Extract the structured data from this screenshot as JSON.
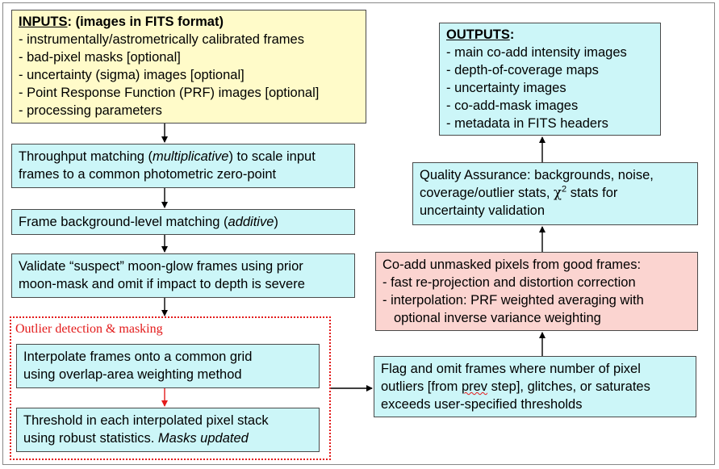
{
  "inputs": {
    "title": "INPUTS",
    "title_suffix": ": (images in FITS format)",
    "items": [
      "- instrumentally/astrometrically calibrated frames",
      "- bad-pixel masks [optional]",
      "- uncertainty (sigma) images [optional]",
      "- Point Response Function (PRF) images [optional]",
      "- processing parameters"
    ]
  },
  "throughput": {
    "line1_pre": "Throughput matching (",
    "line1_em": "multiplicative",
    "line1_post": ") to scale input",
    "line2": "frames to a common photometric zero-point"
  },
  "background": {
    "pre": "Frame background-level matching (",
    "em": "additive",
    "post": ")"
  },
  "moonglow": {
    "line1": "Validate “suspect” moon-glow frames using prior",
    "line2": "moon-mask and omit if impact to depth is severe"
  },
  "outlier": {
    "title": "Outlier detection & masking",
    "interpolate_line1": "Interpolate frames onto a common grid",
    "interpolate_line2": "using overlap-area weighting method",
    "threshold_line1": "Threshold in each interpolated pixel stack",
    "threshold_line2_pre": "using robust statistics. ",
    "threshold_line2_em": "Masks updated"
  },
  "flag": {
    "line1": "Flag and omit frames where number of pixel",
    "line2_pre": "outliers [from ",
    "line2_squiggle": "prev",
    "line2_post": " step], glitches, or saturates",
    "line3": "exceeds user-specified thresholds"
  },
  "coadd": {
    "line1": "Co-add unmasked pixels from good frames:",
    "line2": "- fast re-projection and distortion correction",
    "line3": "- interpolation: PRF weighted averaging with",
    "line4": "optional inverse variance weighting"
  },
  "qa": {
    "line1": "Quality Assurance: backgrounds, noise,",
    "line2_pre": "coverage/outlier stats, ",
    "line2_chi": "χ",
    "line2_sup": "2",
    "line2_post": " stats for",
    "line3": "uncertainty validation"
  },
  "outputs": {
    "title": "OUTPUTS",
    "title_suffix": ":",
    "items": [
      "- main co-add intensity images",
      "- depth-of-coverage maps",
      "- uncertainty images",
      "- co-add-mask images",
      "- metadata in FITS headers"
    ]
  },
  "colors": {
    "cyan_box": "#ccf6f8",
    "yellow_box": "#fffbc9",
    "pink_box": "#fbd4d0",
    "outlier_red": "#e31b1b"
  }
}
